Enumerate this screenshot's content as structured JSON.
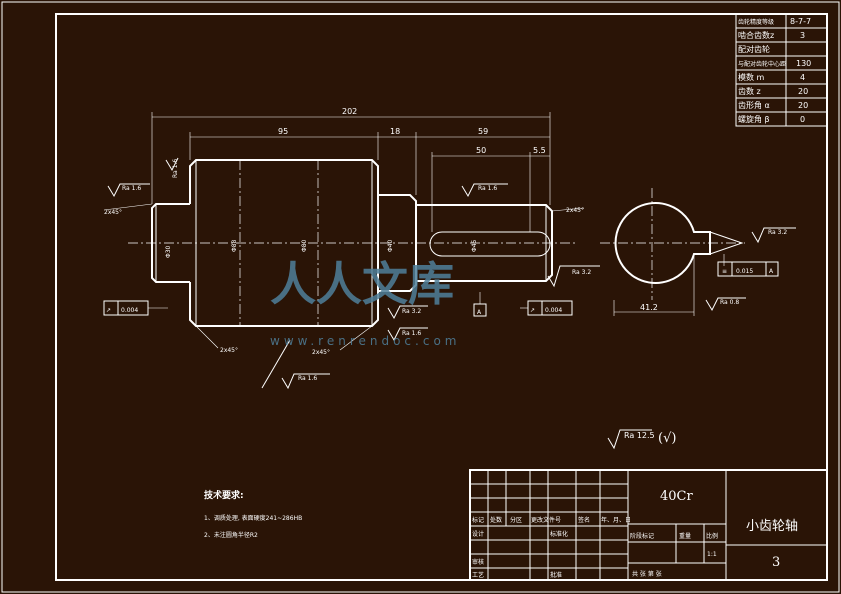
{
  "params_table": [
    {
      "label": "齿轮精度等级",
      "value": "8-7-7"
    },
    {
      "label": "啮合齿数z",
      "value": "3"
    },
    {
      "label": "配对齿轮",
      "value": ""
    },
    {
      "label": "与配对齿轮中心距",
      "value": "130"
    },
    {
      "label": "模数 m",
      "value": "4"
    },
    {
      "label": "齿数 z",
      "value": "20"
    },
    {
      "label": "齿形角 α",
      "value": "20"
    },
    {
      "label": "螺旋角 β",
      "value": "0"
    }
  ],
  "dims": {
    "overall_length": "202",
    "len_95": "95",
    "len_18": "18",
    "len_59": "59",
    "len_50": "50",
    "len_5_5": "5.5",
    "chamfer_left": "2x45°",
    "chamfer_right": "2x45°",
    "chamfer_bottom_1": "2x45°",
    "chamfer_bottom_2": "2x45°",
    "section_width": "41.2",
    "dia_small": "Φ30",
    "dia_big_1": "Φ88",
    "dia_big_2": "Φ80",
    "dia_mid": "Φ40",
    "dia_key": "Φ45",
    "ra_0_8": "0.8"
  },
  "roughness": {
    "ra16_a": "Ra 1.6",
    "ra16_b": "Ra 1.6",
    "ra16_c": "Ra 1.6",
    "ra16_d": "Ra 1.6",
    "ra32_a": "Ra 3.2",
    "ra32_b": "Ra 3.2",
    "ra32_c": "Ra 3.2",
    "ra08": "Ra 0.8",
    "general": "Ra 12.5",
    "general_suffix": "(√)"
  },
  "tolerances": {
    "runout_left": "0.004",
    "runout_right": "0.004",
    "sym": "0.015",
    "datum": "A",
    "datum_box": "A"
  },
  "tech_req": {
    "title": "技术要求:",
    "item1": "1、调质处理, 表面硬度241~286HB",
    "item2": "2、未注圆角半径R2"
  },
  "title_block": {
    "material": "40Cr",
    "part_name": "小齿轮轴",
    "drawing_no": "3",
    "scale": "1:1",
    "row_labels": [
      "标记",
      "处数",
      "分区",
      "更改文件号",
      "签名",
      "年、月、日"
    ],
    "design": "设计",
    "standard": "标准化",
    "check": "审核",
    "process": "工艺",
    "approve": "批准",
    "stage": "阶段标记",
    "weight": "重量",
    "ratio": "比例",
    "sheets": "共 张 第 张"
  },
  "watermark": {
    "text": "人人文库",
    "url": "www.renrendoc.com"
  }
}
